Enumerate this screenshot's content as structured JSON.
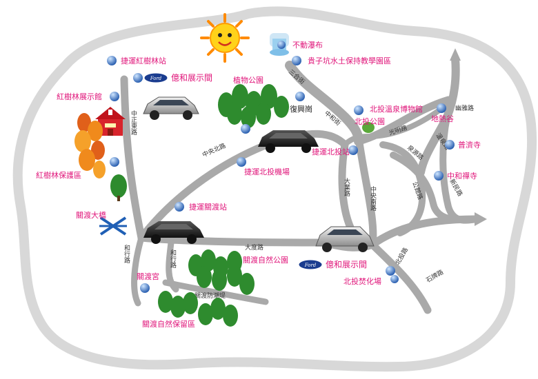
{
  "colors": {
    "poi_text": "#e0157a",
    "road": "#a9a9a9",
    "road_label": "#333333",
    "dot": "#3a78c8",
    "tree": "#2e8b2e",
    "autumn_tree": "#f08a1c",
    "border": "#d8d8d8"
  },
  "icons": [
    "sun-icon",
    "waterfall-icon",
    "school-icon",
    "ford-logo-icon",
    "car-icon",
    "bridge-icon"
  ],
  "pois": {
    "mrt_hongshulin": "捷運紅樹林站",
    "ford_showroom_top": "億和展示間",
    "hongshulin_exhibition": "紅樹林展示館",
    "botanical_garden": "植物公園",
    "budong_waterfall": "不動瀑布",
    "guizikeng": "貴子坑水土保持教學園區",
    "fuxinggang": "復興崗",
    "beitou_hotspring_museum": "北投溫泉博物館",
    "beitou_park": "北投公園",
    "dirigu": "地熱谷",
    "pujisi": "普濟寺",
    "zhonghe_temple": "中和禪寺",
    "mrt_beitou": "捷運北投站",
    "mrt_beitou_depot": "捷運北投機場",
    "hongshulin_reserve": "紅樹林保護區",
    "guandu_bridge": "關渡大橋",
    "mrt_guandu": "捷運關渡站",
    "guandu_nature_park": "關渡自然公園",
    "ford_showroom_bottom": "億和展示間",
    "beitou_crematorium": "北投焚化場",
    "guandu_temple": "關渡宮",
    "guandu_nature_reserve": "關渡自然保留區"
  },
  "roads": {
    "zhongzheng_east": "中正東路",
    "zhongyang_north": "中央北路",
    "dadu": "大度路",
    "heli_1": "和行路",
    "heli_2": "和行路",
    "guandu_dike": "關渡防潮堤",
    "datong": "大業路",
    "zhongyang_south": "中央南路",
    "guangming": "光明路",
    "zhongbei": "中和街",
    "quanyuan": "泉源路",
    "gongguan": "公館路",
    "youya": "幽雅路",
    "wenquan": "溫泉路",
    "xinmin": "新民路",
    "shipai": "石牌路",
    "sanhe": "三合街",
    "beitou_road": "北投路"
  },
  "ford_logo": "Ford"
}
